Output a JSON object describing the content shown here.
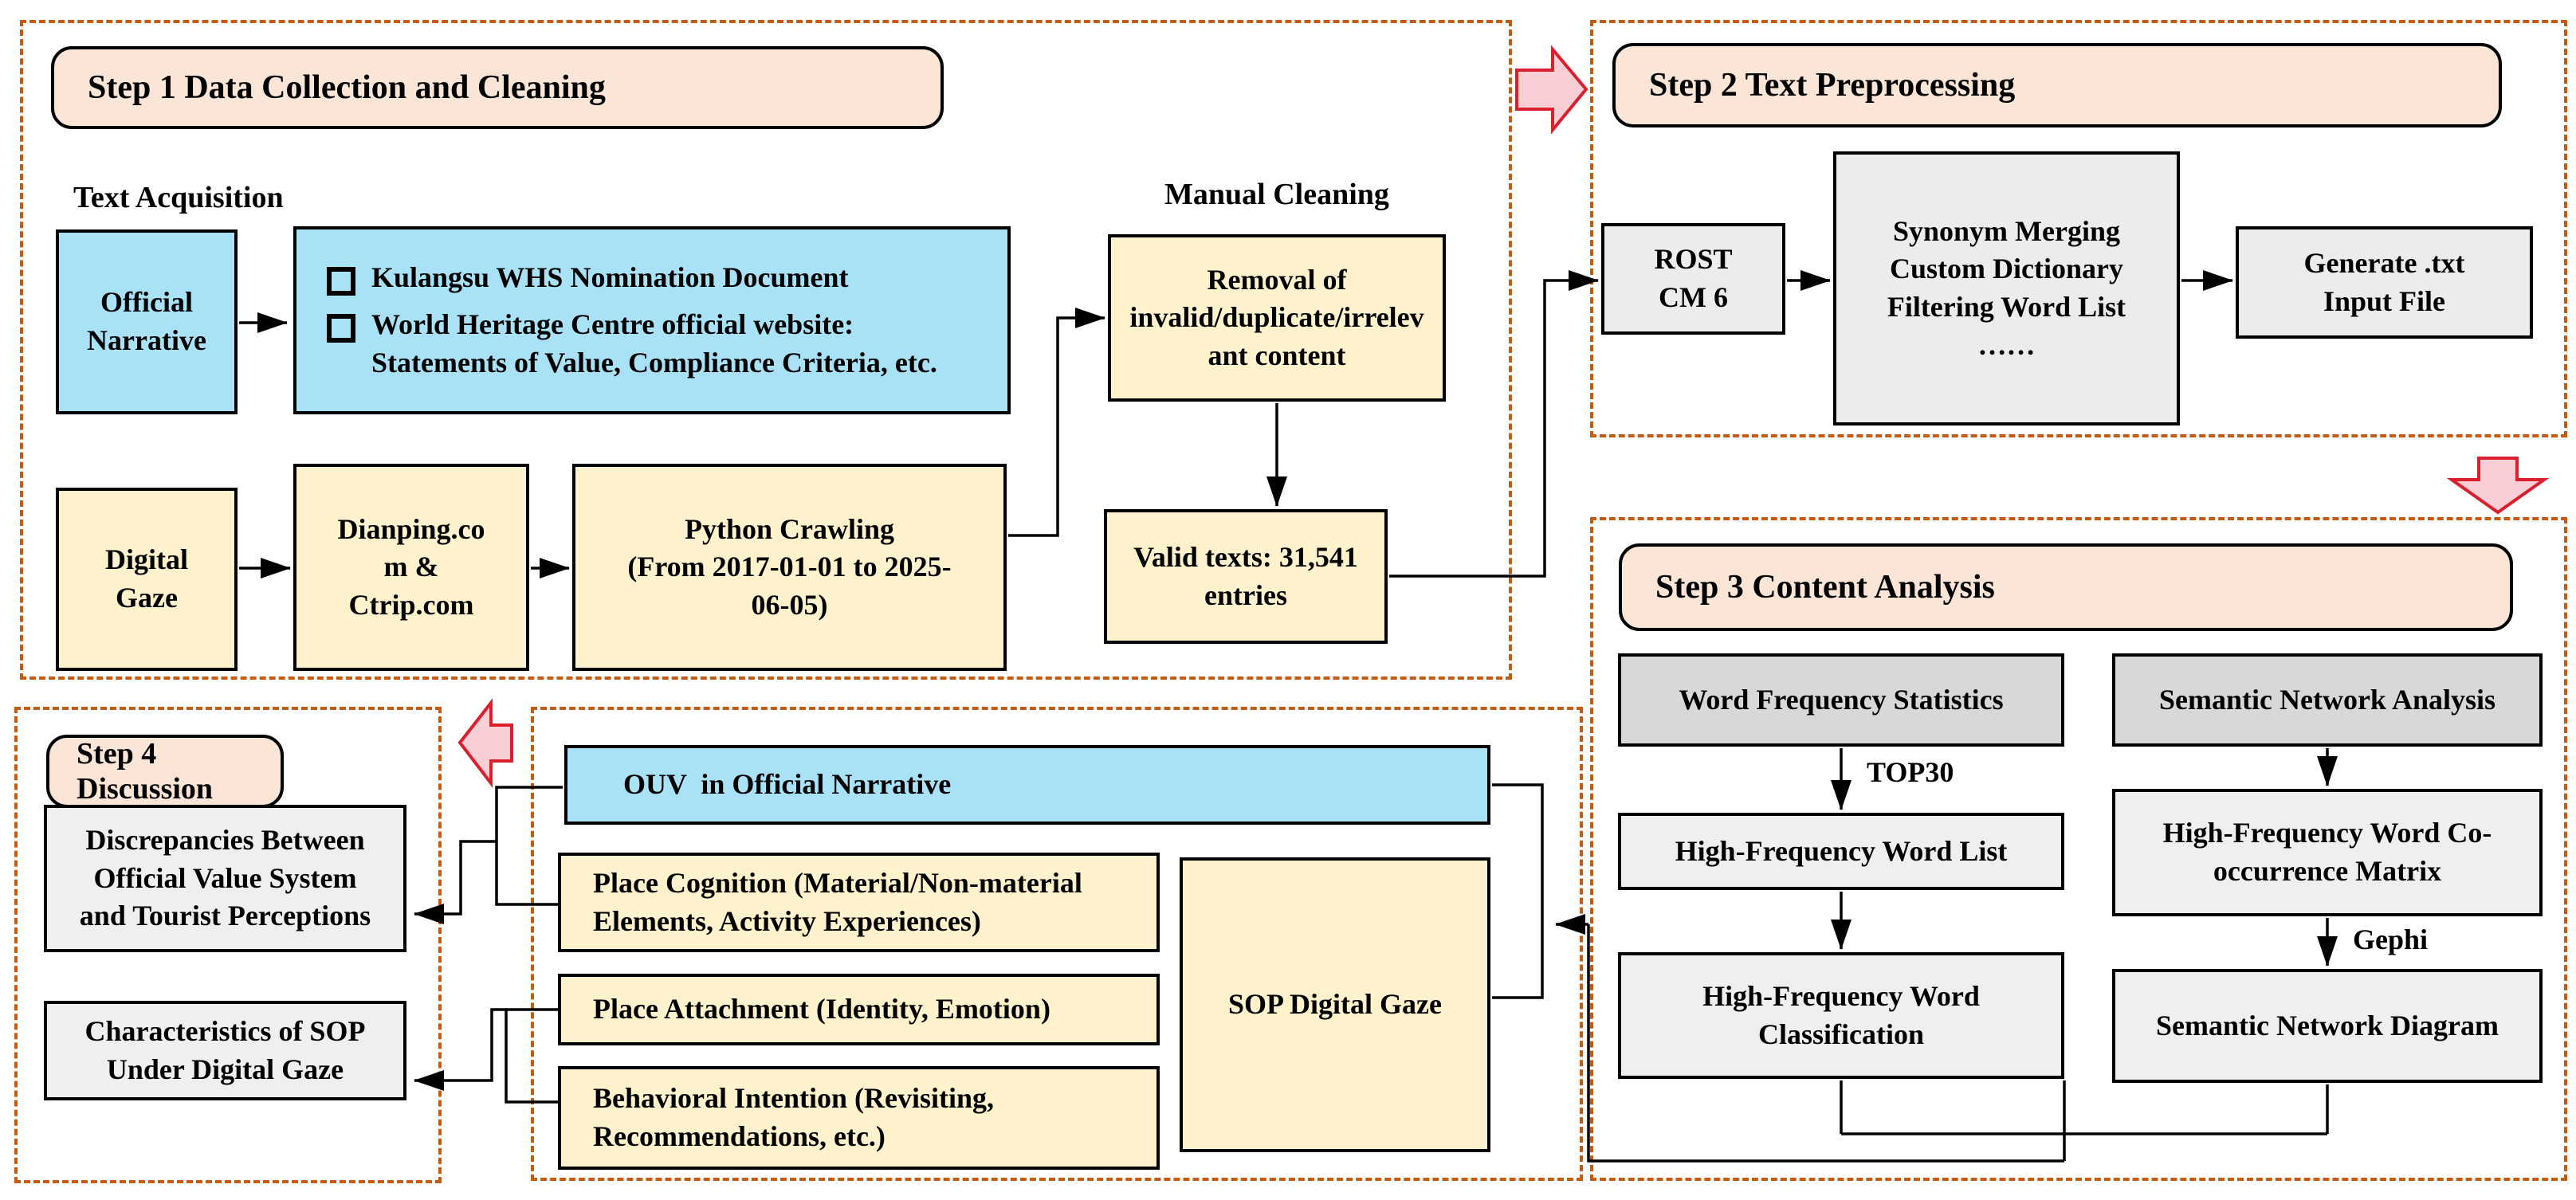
{
  "colors": {
    "container_dash": "#c55a11",
    "header_fill": "#fbe5d6",
    "blue_fill": "#a9e1f6",
    "yellow_fill": "#fff2cc",
    "gray_fill": "#ececec",
    "dark_gray_fill": "#d8d8d8",
    "pink_arrow_fill": "#f9ced4",
    "pink_arrow_stroke": "#da1f2e",
    "connector": "#000000"
  },
  "step1": {
    "title": "Step 1 Data Collection and Cleaning",
    "text_acquisition_label": "Text Acquisition",
    "manual_cleaning_label": "Manual Cleaning",
    "official_narrative": "Official\nNarrative",
    "source_item_1": "Kulangsu WHS Nomination Document",
    "source_item_2": "World Heritage Centre official website:\nStatements of Value, Compliance Criteria, etc.",
    "removal": "Removal of\ninvalid/duplicate/irrelev\nant content",
    "digital_gaze": "Digital\nGaze",
    "platforms": "Dianping.co\nm &\nCtrip.com",
    "python_crawling": "Python Crawling\n(From 2017-01-01 to 2025-\n06-05)",
    "valid_texts": "Valid texts: 31,541\nentries"
  },
  "step2": {
    "title": "Step 2 Text Preprocessing",
    "rost": "ROST\nCM 6",
    "synonym": "Synonym Merging\nCustom Dictionary\nFiltering Word List\n……",
    "generate": "Generate .txt\nInput File"
  },
  "step3": {
    "title": "Step 3 Content Analysis",
    "word_frequency": "Word Frequency Statistics",
    "semantic_analysis": "Semantic Network Analysis",
    "top30_label": "TOP30",
    "high_freq_list": "High-Frequency Word List",
    "cooccurrence": "High-Frequency Word Co-\noccurrence Matrix",
    "gephi_label": "Gephi",
    "classification": "High-Frequency Word\nClassification",
    "network_diagram": "Semantic Network Diagram"
  },
  "step4": {
    "title": "Step 4 Discussion",
    "discrepancies": "Discrepancies Between\nOfficial Value System\nand Tourist Perceptions",
    "characteristics": "Characteristics of SOP\nUnder Digital Gaze"
  },
  "middle": {
    "ouv": "OUV  in Official Narrative",
    "place_cognition": "Place Cognition (Material/Non-material\nElements, Activity Experiences)",
    "place_attachment": "Place Attachment (Identity, Emotion)",
    "behavioral_intention": "Behavioral Intention (Revisiting,\nRecommendations, etc.)",
    "sop": "SOP Digital Gaze"
  }
}
